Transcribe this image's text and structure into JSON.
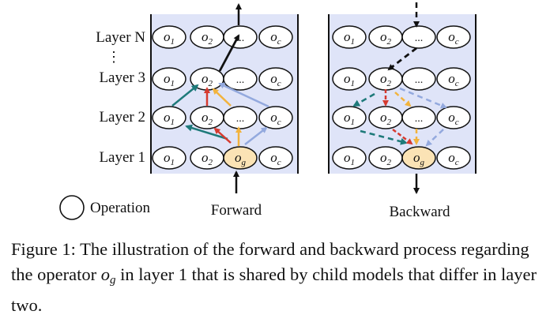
{
  "layer_labels": {
    "layer_n": "Layer N",
    "layer_3": "Layer 3",
    "layer_2": "Layer 2",
    "layer_1": "Layer 1",
    "vdots": "⋮"
  },
  "node": {
    "o": "o",
    "sub_1": "1",
    "sub_2": "2",
    "sub_c": "c",
    "sub_g": "g",
    "ellipsis": "..."
  },
  "legend": {
    "operation": "Operation"
  },
  "panels": {
    "forward": "Forward",
    "backward": "Backward"
  },
  "caption": {
    "part1": "Figure 1: The illustration of the forward and backward process regarding the operator ",
    "math_o": "o",
    "math_sub": "g",
    "part2": " in layer 1 that is shared by child models that differ in layer two."
  },
  "colors": {
    "panel_bg": "#dfe4f8",
    "highlight_fill": "#fbe3b5",
    "teal": "#1e7a7a",
    "red": "#d63a2f",
    "orange": "#f2b33d",
    "lightblue": "#93a9de",
    "black": "#111111"
  }
}
